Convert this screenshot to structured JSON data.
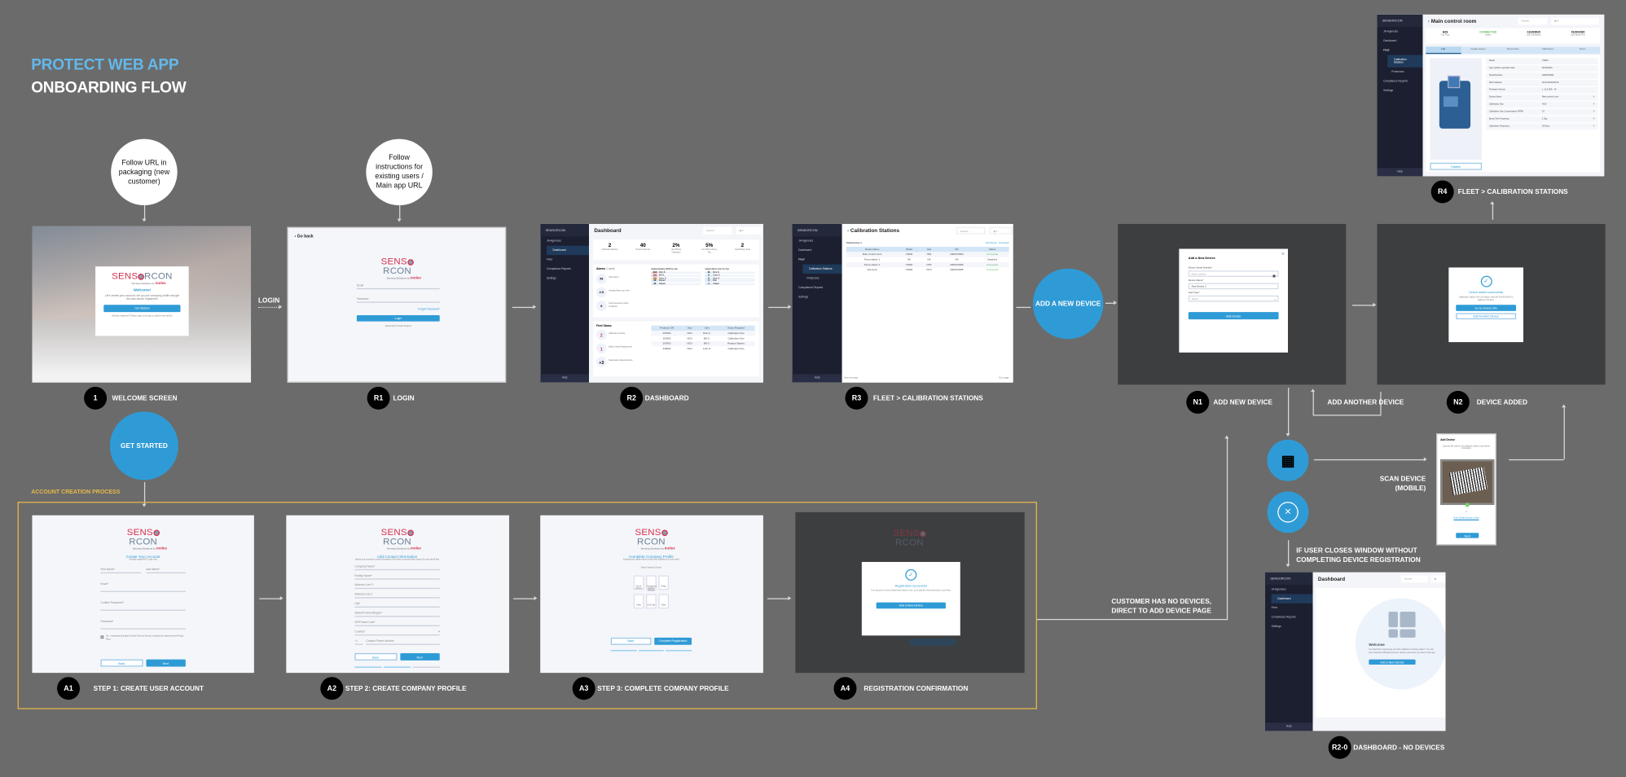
{
  "title": {
    "line1": "PROTECT WEB APP",
    "line2": "ONBOARDING FLOW"
  },
  "colors": {
    "background": "#6b6b6b",
    "accent_blue": "#2f9bd6",
    "title_blue": "#63b8ea",
    "account_box": "#e8b84a",
    "brand_red": "#d6304e"
  },
  "bubbles": {
    "new_customer": "Follow URL in packaging (new customer)",
    "existing": "Follow instructions for existing users / Main app URL"
  },
  "actions": {
    "login": "LOGIN",
    "get_started": "GET STARTED",
    "add_new_device": "ADD A NEW DEVICE",
    "add_another": "ADD ANOTHER DEVICE",
    "scan": "SCAN DEVICE (MOBILE)",
    "close_note": "IF USER CLOSES WINDOW WITHOUT COMPLETING DEVICE REGISTRATION",
    "no_devices_note": "CUSTOMER HAS NO DEVICES, DIRECT TO ADD DEVICE PAGE",
    "account_process": "ACCOUNT CREATION PROCESS"
  },
  "icons": {
    "qr": "qr-code-icon",
    "close": "close-circle-icon",
    "check": "check-circle-icon"
  },
  "steps": {
    "s1": {
      "id": "1",
      "label": "WELCOME SCREEN"
    },
    "r1": {
      "id": "R1",
      "label": "LOGIN"
    },
    "r2": {
      "id": "R2",
      "label": "DASHBOARD"
    },
    "r3": {
      "id": "R3",
      "label": "FLEET > CALIBRATION STATIONS"
    },
    "r4": {
      "id": "R4",
      "label": "FLEET > CALIBRATION STATIONS"
    },
    "n1": {
      "id": "N1",
      "label": "ADD NEW DEVICE"
    },
    "n2": {
      "id": "N2",
      "label": "DEVICE ADDED"
    },
    "r20": {
      "id": "R2-0",
      "label": "DASHBOARD - NO DEVICES"
    },
    "a1": {
      "id": "A1",
      "label": "STEP 1: CREATE USER ACCOUNT"
    },
    "a2": {
      "id": "A2",
      "label": "STEP 2: CREATE COMPANY PROFILE"
    },
    "a3": {
      "id": "A3",
      "label": "STEP 3: COMPLETE COMPANY PROFILE"
    },
    "a4": {
      "id": "A4",
      "label": "REGISTRATION CONFIRMATION"
    }
  },
  "logo": {
    "a": "SENS",
    "b": "RCON",
    "sub": "Sensing Solutions by",
    "molex": "molex"
  },
  "welcome": {
    "heading": "Welcome!",
    "text": "Let's create your account, set up your company profile and get the new device registered!",
    "button": "Get Started",
    "footer": "Already registered? Please login to the app to add the new device"
  },
  "login": {
    "back": "Go back",
    "email": "Email",
    "password": "Password",
    "forgot": "Forgot Password?",
    "button": "Login",
    "help": "Need help? Contact Support"
  },
  "app": {
    "brand": "SENSORCON",
    "agency": "JA Agencies",
    "nav": [
      "Dashboard",
      "Fleet",
      "Compliance Reports",
      "Settings"
    ],
    "fleet_sub": [
      "Calibration Stations",
      "Protectors"
    ],
    "help": "Help",
    "search": "Search"
  },
  "dashboard": {
    "title": "Dashboard",
    "stats": [
      {
        "v": "2",
        "l": "Calibration Stations"
      },
      {
        "v": "40",
        "l": "Protector Devices"
      },
      {
        "v": "2%",
        "l": "Use Without Calibration"
      },
      {
        "v": "5%",
        "l": "Use Without Bump Test"
      },
      {
        "v": "2",
        "l": "Failed Bump Tests"
      }
    ],
    "alarms_title": "Alarms",
    "alarms_range": "1 week",
    "alarms": [
      {
        "v": "54",
        "l": "Total Alarms"
      },
      {
        "v": "2.5",
        "l": "Average Alarms per User"
      },
      {
        "v": "8",
        "l": "Users Exposed to Alarm Conditions"
      }
    ],
    "highest_title": "Highest Reading (PPM) by User",
    "highest": [
      {
        "v": "218",
        "n": "Rick S."
      },
      {
        "v": "118",
        "n": "Bill G."
      },
      {
        "v": "100",
        "n": "Anne S."
      },
      {
        "v": "30",
        "n": "Robert"
      },
      {
        "v": "30",
        "n": "Shawn"
      }
    ],
    "count_title": "Highest Alarm Count by User",
    "count": [
      {
        "v": "16",
        "n": "Rick S."
      },
      {
        "v": "8",
        "n": "Anne S."
      },
      {
        "v": "8",
        "n": "Nick H."
      },
      {
        "v": "4",
        "n": "Bob"
      },
      {
        "v": "2",
        "n": "Shawn"
      }
    ],
    "fleet_title": "Fleet Status",
    "fleet": [
      {
        "v": "2",
        "l": "Calibration Overdue"
      },
      {
        "v": "1",
        "l": "Battery Needs Replacement"
      },
      {
        "v": "+3",
        "l": "Maintenance Required Items"
      }
    ],
    "fleet_headers": [
      "Protector SN",
      "Gas",
      "User",
      "Action Required"
    ],
    "fleet_rows": [
      [
        "267800",
        "HCN",
        "Rick S.",
        "Calibration Due"
      ],
      [
        "267800",
        "HCN",
        "Bill G.",
        "Calibration Due"
      ],
      [
        "267800",
        "HCN",
        "Bill G.",
        "Replace Battery"
      ],
      [
        "345800",
        "HCN",
        "John D.",
        "Calibration Due"
      ]
    ]
  },
  "stations": {
    "title": "Calibration Stations",
    "total": "Total Devices 4",
    "add": "Add Device",
    "download": "Download",
    "headers": [
      "Device Name",
      "Model",
      "Gas",
      "SN",
      "Status"
    ],
    "rows": [
      [
        "Main control room",
        "V3600",
        "H2S",
        "2000070283",
        "Connected"
      ],
      [
        "Pump station 1",
        "NA",
        "NA",
        "NA",
        "Disabled"
      ],
      [
        "Pump station 2",
        "V3600",
        "NH3",
        "2000070285",
        "Connected"
      ],
      [
        "Sub deck",
        "V3600",
        "HCN",
        "2000070285",
        "Connected"
      ]
    ],
    "per_page": "Items per page",
    "go_page": "Go to page"
  },
  "device": {
    "title": "Main control room",
    "summary": [
      {
        "v": "H2S",
        "l": "Gas Type"
      },
      {
        "v": "CONNECTED",
        "l": "Status"
      },
      {
        "v": "11/20/2020",
        "l": "Last Calibration"
      },
      {
        "v": "01/20/2020",
        "l": "Last Bump Test"
      }
    ],
    "tabs": [
      "Info",
      "Update History",
      "Bump Tests",
      "Calibrations",
      "Errors"
    ],
    "disable": "Disable",
    "details": [
      [
        "Model",
        "V3600"
      ],
      [
        "Gas cylinder expiration date",
        "06/12/2022"
      ],
      [
        "Serial Number",
        "2000070283"
      ],
      [
        "MAC Address",
        "00:0a:95:9d:68:16"
      ],
      [
        "Firmware Version",
        "v. 12.0.003 - 14"
      ],
      [
        "Device Name",
        "Main control room"
      ],
      [
        "Calibration Gas",
        "HCN"
      ],
      [
        "Calibration Gas Concentration (PPM)",
        "10"
      ],
      [
        "Bump Test Frequency",
        "1 Day"
      ],
      [
        "Calibration Frequency",
        "30 Days"
      ]
    ]
  },
  "add_device": {
    "title": "Add a New Device",
    "serial_label": "Device Serial Number*",
    "serial_ph": "Enter number",
    "name_label": "Device Name*",
    "name_value": "New Device 2",
    "gas_label": "Gas Type*",
    "gas_ph": "Select",
    "button": "Add Device"
  },
  "added": {
    "title": "Device added successfully",
    "text": "Calibration station 'My Cal Station' with SN XXXXXXXXX is added to the fleet.",
    "primary": "Go to Device Info",
    "secondary": "Add Another Device"
  },
  "mobile": {
    "title": "Add Device",
    "text": "Scan the QR code on the calibration station to get device information",
    "or": "or",
    "link": "Enter Serial Number to Add",
    "button": "Next"
  },
  "a1": {
    "title": "Create Your Account",
    "sub": "Already registered? Login now",
    "first": "First Name*",
    "last": "Last Name*",
    "email": "Email*",
    "confirm": "Confirm Password*",
    "password": "Password*",
    "terms": "Yes, I understand and agree to Molex Terms of Service, including User Agreement and Privacy Policy",
    "back": "Back",
    "next": "Next"
  },
  "a2": {
    "title": "Add Contact Information",
    "sub": "Having your company's contact information on file helps us provide timely support for your device fleet",
    "fields": [
      "Company Name*",
      "Facility Name*",
      "Address Line 1*",
      "Address Line 2",
      "City*",
      "State/Province/Region*",
      "ZIP/Postal Code*",
      "Country*"
    ],
    "code": "+1",
    "phone": "Contact Phone Number",
    "back": "Back",
    "next": "Next"
  },
  "a3": {
    "title": "Complete Company Profile",
    "sub": "Knowing your industry helps us tailor user experience to your needs",
    "select": "Select Industry Group*",
    "tiles": [
      "Fire & Rescue",
      "Emergency Medical Services",
      "Police",
      "Utility",
      "Oil & Gas",
      "Other"
    ],
    "back": "Back",
    "complete": "Complete Registration"
  },
  "a4": {
    "title": "Registration successful",
    "text": "Your account is now created and ready to use. Let's add the new device(s) to your fleet.",
    "button": "Add a New Device"
  },
  "empty": {
    "title": "Dashboard",
    "welcome": "Welcome",
    "text": "Get started by registering your first calibration docking station. You can then onboard individual protector devices and track your fleet in this app.",
    "button": "Add a New Device"
  }
}
